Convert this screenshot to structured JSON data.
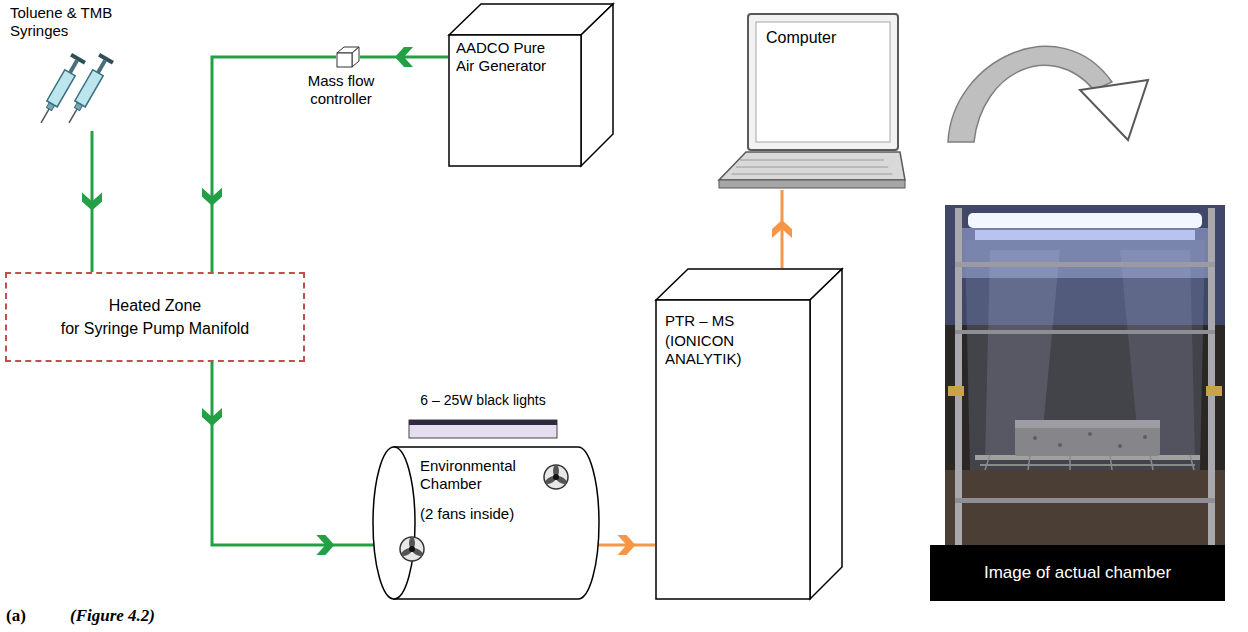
{
  "diagram": {
    "nodes": [
      {
        "text": [
          "Toluene & TMB Syringes"
        ]
      },
      {
        "text": [
          "Mass flow controller"
        ]
      },
      {
        "text": [
          "AADCO Pure Air Generator"
        ]
      },
      {
        "text": [
          "Computer"
        ]
      },
      {
        "text": [
          "Heated Zone",
          "for Syringe Pump Manifold"
        ]
      },
      {
        "text": [
          "6 – 25W black lights"
        ]
      },
      {
        "text": [
          "Environmental Chamber",
          "(2 fans inside)"
        ]
      },
      {
        "text": [
          "PTR – MS",
          "(IONICON ANALYTIK)"
        ]
      },
      {
        "text": [
          "Image of actual chamber"
        ]
      }
    ],
    "edges": [
      {
        "from": 0,
        "to": 4,
        "arrow": "to"
      },
      {
        "from": 2,
        "to": 1,
        "arrow": "to"
      },
      {
        "from": 1,
        "to": 4,
        "arrow": "to"
      },
      {
        "from": 4,
        "to": 6,
        "arrow": "to"
      },
      {
        "from": 6,
        "to": 7,
        "arrow": "to"
      },
      {
        "from": 7,
        "to": 3,
        "arrow": "to"
      }
    ],
    "labels": [
      "(a)",
      "(Figure 4.2)"
    ]
  }
}
